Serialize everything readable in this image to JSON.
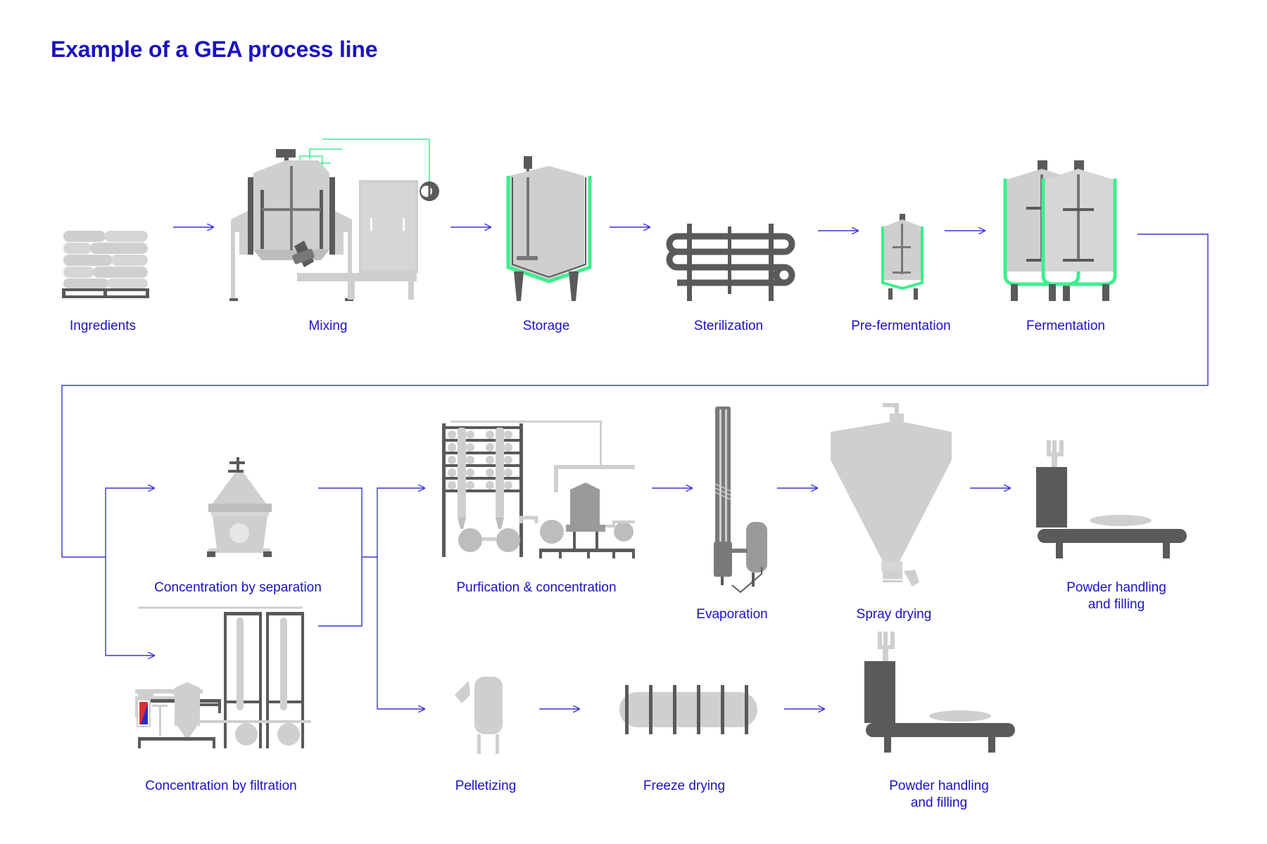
{
  "title": "Example of a GEA process line",
  "steps": {
    "ingredients": "Ingredients",
    "mixing": "Mixing",
    "storage": "Storage",
    "sterilization": "Sterilization",
    "pre_fermentation": "Pre-fermentation",
    "fermentation": "Fermentation",
    "concentration_separation": "Concentration by separation",
    "concentration_filtration": "Concentration by filtration",
    "purification": "Purfication & concentration",
    "evaporation": "Evaporation",
    "spray_drying": "Spray drying",
    "powder_handling_1": [
      "Powder handling",
      "and filling"
    ],
    "pelletizing": "Pelletizing",
    "freeze_drying": "Freeze drying",
    "powder_handling_2": [
      "Powder handling",
      "and filling"
    ]
  },
  "colors": {
    "title": "#1a12c2",
    "label": "#1a12c2",
    "flow_line": "#3a33d4",
    "equipment_light": "#cfcfcf",
    "equipment_dark": "#5a5a5a",
    "jacket_highlight": "#3cf08c"
  }
}
